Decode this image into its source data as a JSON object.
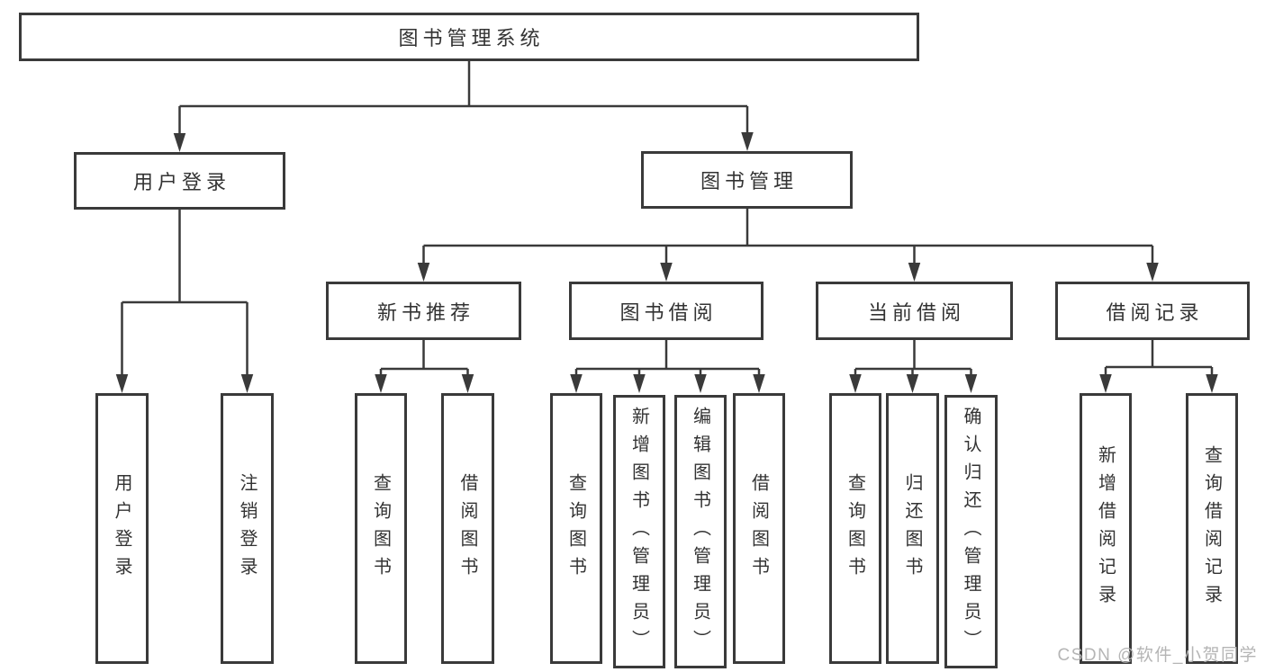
{
  "diagram": {
    "title": "图书管理系统",
    "nodes": {
      "root": "图书管理系统",
      "user_login": "用户登录",
      "book_mgmt": "图书管理",
      "new_book_rec": "新书推荐",
      "book_borrow": "图书借阅",
      "current_borrow": "当前借阅",
      "borrow_records": "借阅记录",
      "login": "用户登录",
      "logout": "注销登录",
      "nb_query": "查询图书",
      "nb_borrow": "借阅图书",
      "bb_query": "查询图书",
      "bb_add": "新增图书（管理员）",
      "bb_edit": "编辑图书（管理员）",
      "bb_borrow": "借阅图书",
      "cb_query": "查询图书",
      "cb_return": "归还图书",
      "cb_confirm": "确认归还（管理员）",
      "br_add": "新增借阅记录",
      "br_query": "查询借阅记录"
    },
    "edges": [
      [
        "图书管理系统",
        "用户登录"
      ],
      [
        "图书管理系统",
        "图书管理"
      ],
      [
        "用户登录",
        "用户登录"
      ],
      [
        "用户登录",
        "注销登录"
      ],
      [
        "图书管理",
        "新书推荐"
      ],
      [
        "图书管理",
        "图书借阅"
      ],
      [
        "图书管理",
        "当前借阅"
      ],
      [
        "图书管理",
        "借阅记录"
      ],
      [
        "新书推荐",
        "查询图书"
      ],
      [
        "新书推荐",
        "借阅图书"
      ],
      [
        "图书借阅",
        "查询图书"
      ],
      [
        "图书借阅",
        "新增图书（管理员）"
      ],
      [
        "图书借阅",
        "编辑图书（管理员）"
      ],
      [
        "图书借阅",
        "借阅图书"
      ],
      [
        "当前借阅",
        "查询图书"
      ],
      [
        "当前借阅",
        "归还图书"
      ],
      [
        "当前借阅",
        "确认归还（管理员）"
      ],
      [
        "借阅记录",
        "新增借阅记录"
      ],
      [
        "借阅记录",
        "查询借阅记录"
      ]
    ],
    "colors": {
      "line": "#3a3a3a",
      "text": "#333333",
      "box_background": "#ffffff",
      "watermark": "#b5b5b5",
      "page_background": "#ffffff"
    },
    "watermark": "CSDN @软件_小贺同学"
  }
}
